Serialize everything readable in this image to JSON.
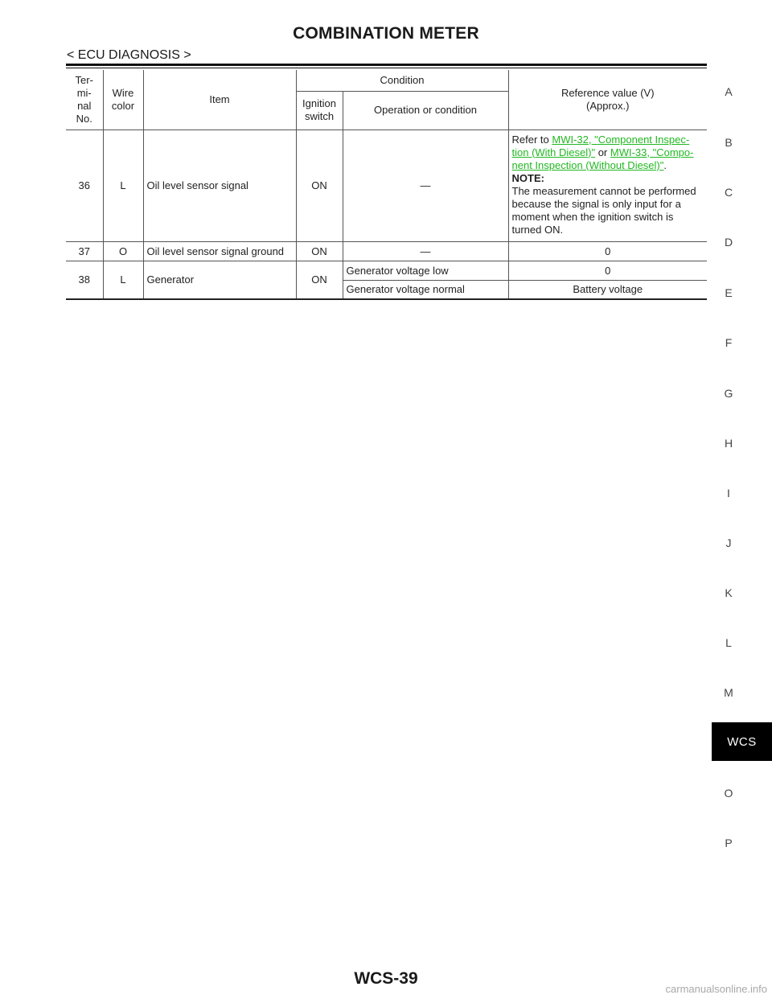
{
  "header": {
    "title": "COMBINATION METER",
    "breadcrumb": "< ECU DIAGNOSIS >"
  },
  "table": {
    "headers": {
      "terminal": [
        "Ter-",
        "mi-",
        "nal",
        "No."
      ],
      "wire": [
        "Wire",
        "color"
      ],
      "item": "Item",
      "condition": "Condition",
      "ignition": [
        "Ignition",
        "switch"
      ],
      "operation": "Operation or condition",
      "reference": [
        "Reference value (V)",
        "(Approx.)"
      ]
    },
    "rows": [
      {
        "terminal": "36",
        "wire": "L",
        "item": "Oil level sensor signal",
        "ignition": "ON",
        "operation": "—",
        "reference": {
          "prefix": "Refer to ",
          "link1_a": "MWI-32, \"Component Inspec-",
          "link1_b": "tion (With Diesel)\"",
          "or": " or ",
          "link2_a": "MWI-33, \"Compo-",
          "link2_b": "nent Inspection (Without Diesel)\"",
          "period": ".",
          "note_label": "NOTE:",
          "note_lines": [
            "The measurement cannot be performed",
            "because the signal is only input for a",
            "moment when the ignition switch is",
            "turned ON."
          ]
        }
      },
      {
        "terminal": "37",
        "wire": "O",
        "item": "Oil level sensor signal ground",
        "ignition": "ON",
        "operation": "—",
        "reference": "0"
      },
      {
        "terminal": "38",
        "wire": "L",
        "item": "Generator",
        "ignition": "ON",
        "sub": [
          {
            "operation": "Generator voltage low",
            "reference": "0"
          },
          {
            "operation": "Generator voltage normal",
            "reference": "Battery voltage"
          }
        ]
      }
    ]
  },
  "side_index": {
    "letters": [
      "A",
      "B",
      "C",
      "D",
      "E",
      "F",
      "G",
      "H",
      "I",
      "J",
      "K",
      "L",
      "M",
      "O",
      "P"
    ],
    "active_tab": "WCS"
  },
  "footer": {
    "page_number": "WCS-39",
    "watermark": "carmanualsonline.info"
  },
  "colors": {
    "link": "#22b822",
    "tab_bg": "#000000"
  }
}
